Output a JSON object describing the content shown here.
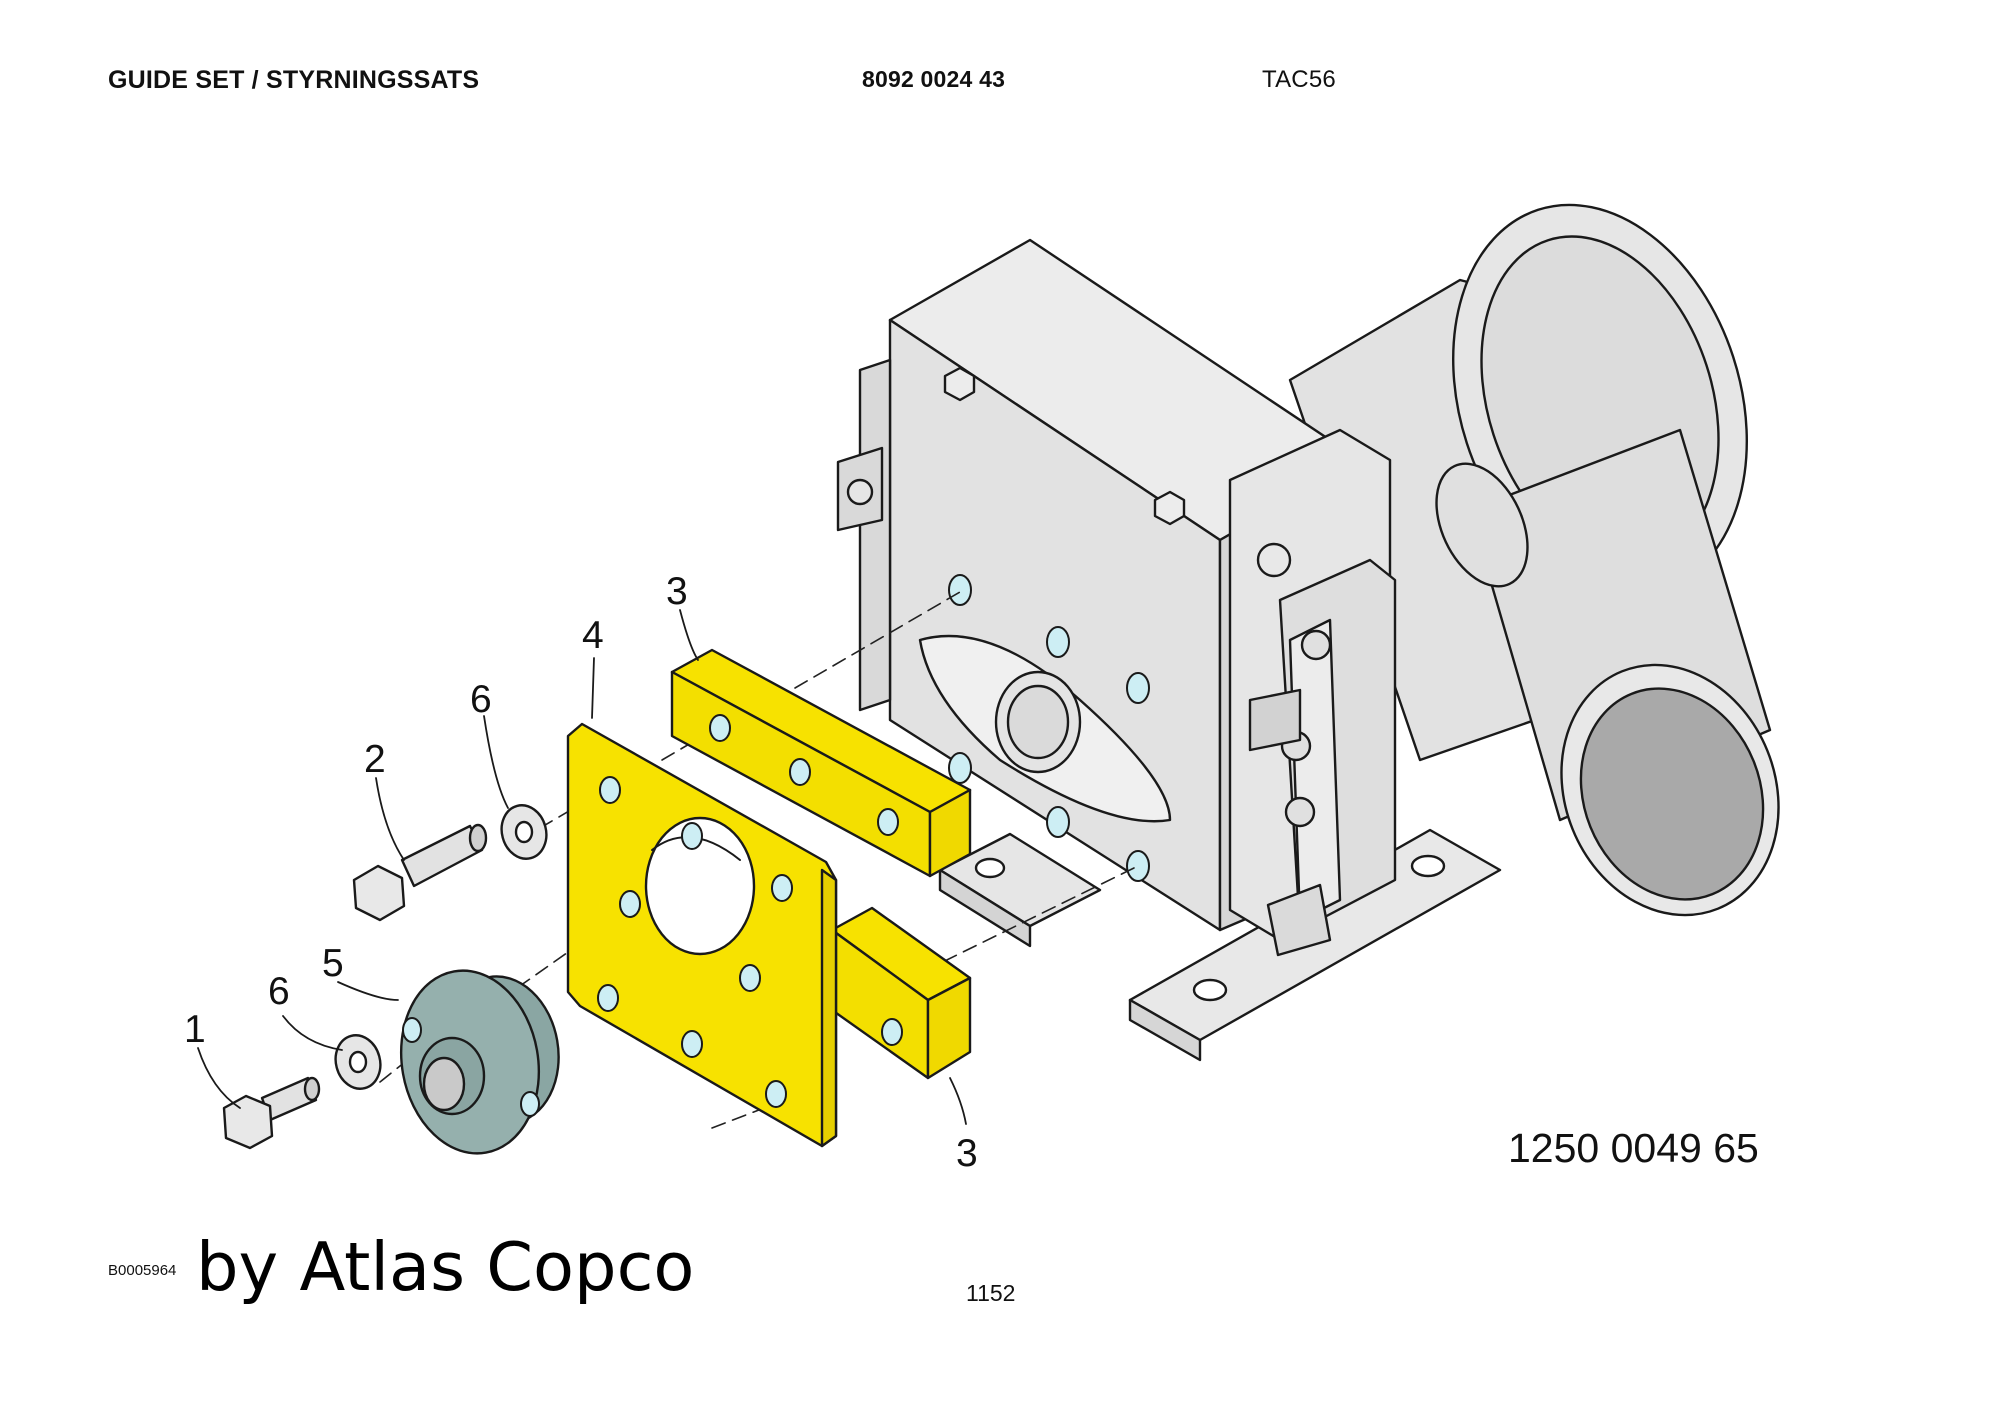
{
  "header": {
    "title": "GUIDE SET / STYRNINGSSATS",
    "part_number": "8092 0024 43",
    "model": "TAC56"
  },
  "drawing": {
    "callouts": [
      "1",
      "2",
      "3",
      "3",
      "4",
      "5",
      "6",
      "6"
    ],
    "reference_number": "1250 0049 65",
    "colors": {
      "highlight_parts": "#f7e200",
      "flange": "#95b0ad",
      "machine_body": "#e4e4e4",
      "pipe_opening": "#a9a9a9",
      "bore_holes": "#cdeef4"
    }
  },
  "footer": {
    "image_code": "B0005964",
    "brand_text": "by Atlas Copco",
    "page": "1152"
  }
}
